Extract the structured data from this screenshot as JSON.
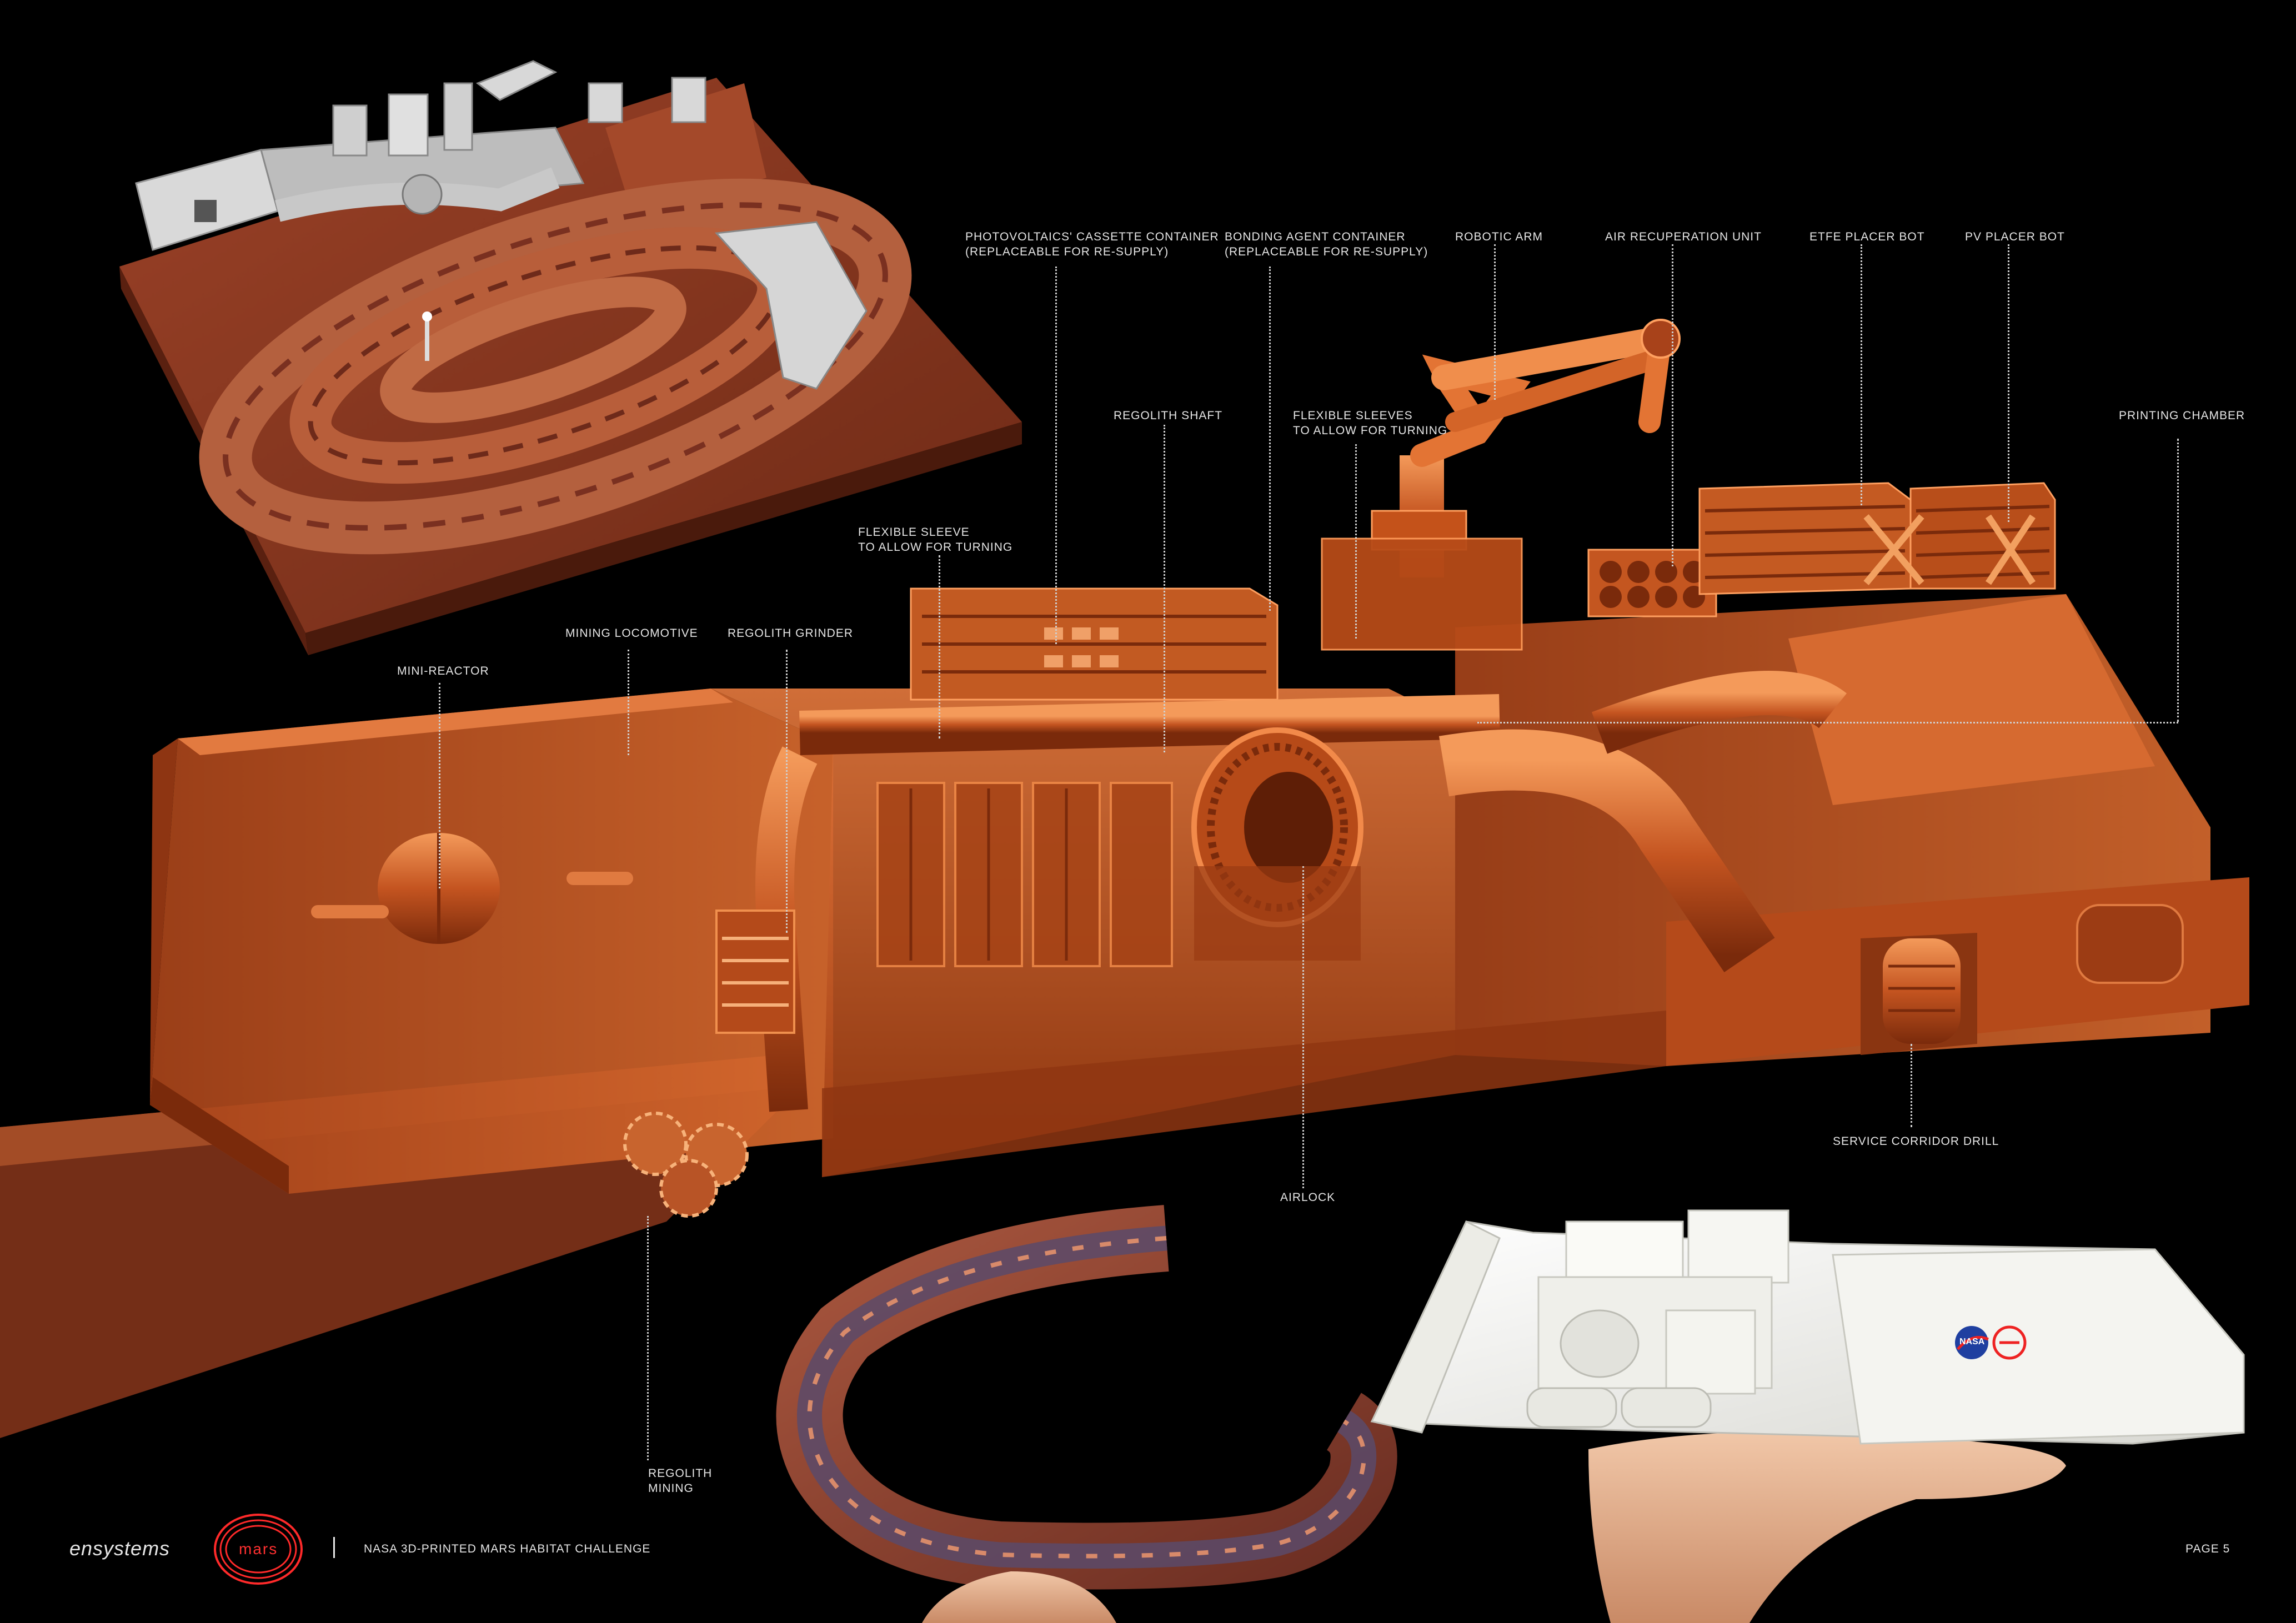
{
  "labels": {
    "pv_container": [
      "PHOTOVOLTAICS' CASSETTE CONTAINER",
      "(REPLACEABLE FOR RE-SUPPLY)"
    ],
    "bonding_container": [
      "BONDING AGENT CONTAINER",
      "(REPLACEABLE FOR RE-SUPPLY)"
    ],
    "robotic_arm": "ROBOTIC ARM",
    "air_recuperation": "AIR RECUPERATION UNIT",
    "etfe_placer": "ETFE PLACER BOT",
    "pv_placer": "PV PLACER BOT",
    "printing_chamber": "PRINTING CHAMBER",
    "regolith_shaft": "REGOLITH SHAFT",
    "flexible_sleeves": [
      "FLEXIBLE SLEEVES",
      "TO ALLOW FOR TURNING"
    ],
    "flexible_sleeve": [
      "FLEXIBLE SLEEVE",
      "TO ALLOW FOR TURNING"
    ],
    "mining_locomotive": "MINING LOCOMOTIVE",
    "regolith_grinder": "REGOLITH GRINDER",
    "mini_reactor": "MINI-REACTOR",
    "service_corridor_drill": "SERVICE CORRIDOR DRILL",
    "airlock": "AIRLOCK",
    "regolith_mining": [
      "REGOLITH",
      "MINING"
    ]
  },
  "footer": {
    "logo_text": "ensystems",
    "logo_mark_text": "mars",
    "challenge": "NASA 3D-PRINTED MARS HABITAT CHALLENGE",
    "page": "PAGE 5"
  },
  "badges": {
    "nasa": "NASA"
  },
  "colors": {
    "background": "#000000",
    "copper": "#c4521a",
    "copper_light": "#e7733a",
    "copper_dark": "#7a2a0b",
    "terrain": "#8e3a22",
    "logo_red": "#ff2a2a",
    "print_white": "#f2f2ef"
  }
}
